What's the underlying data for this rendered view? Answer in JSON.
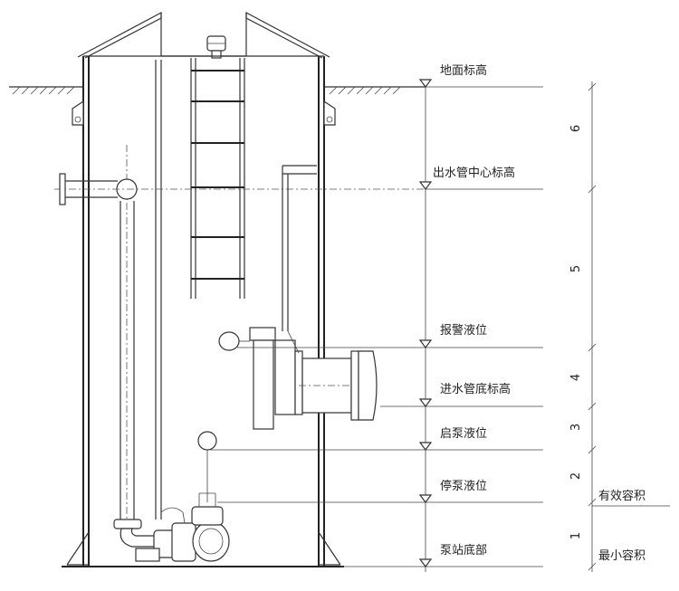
{
  "levels": [
    {
      "label": "地面标高"
    },
    {
      "label": "出水管中心标高"
    },
    {
      "label": "报警液位"
    },
    {
      "label": "进水管底标高"
    },
    {
      "label": "启泵液位"
    },
    {
      "label": "停泵液位"
    },
    {
      "label": "泵站底部"
    }
  ],
  "dimensions": [
    {
      "label": "6"
    },
    {
      "label": "5"
    },
    {
      "label": "4"
    },
    {
      "label": "3"
    },
    {
      "label": "2"
    },
    {
      "label": "1"
    }
  ],
  "volumes": {
    "effective": "有效容积",
    "minimum": "最小容积"
  }
}
